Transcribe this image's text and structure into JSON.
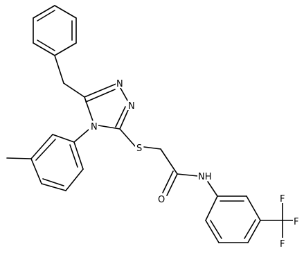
{
  "structure": {
    "atoms": {
      "N1": "N",
      "N2": "N",
      "N4": "N",
      "S": "S",
      "O": "O",
      "NH": "NH",
      "F_top": "F",
      "F_right": "F",
      "F_bottom": "F"
    }
  }
}
